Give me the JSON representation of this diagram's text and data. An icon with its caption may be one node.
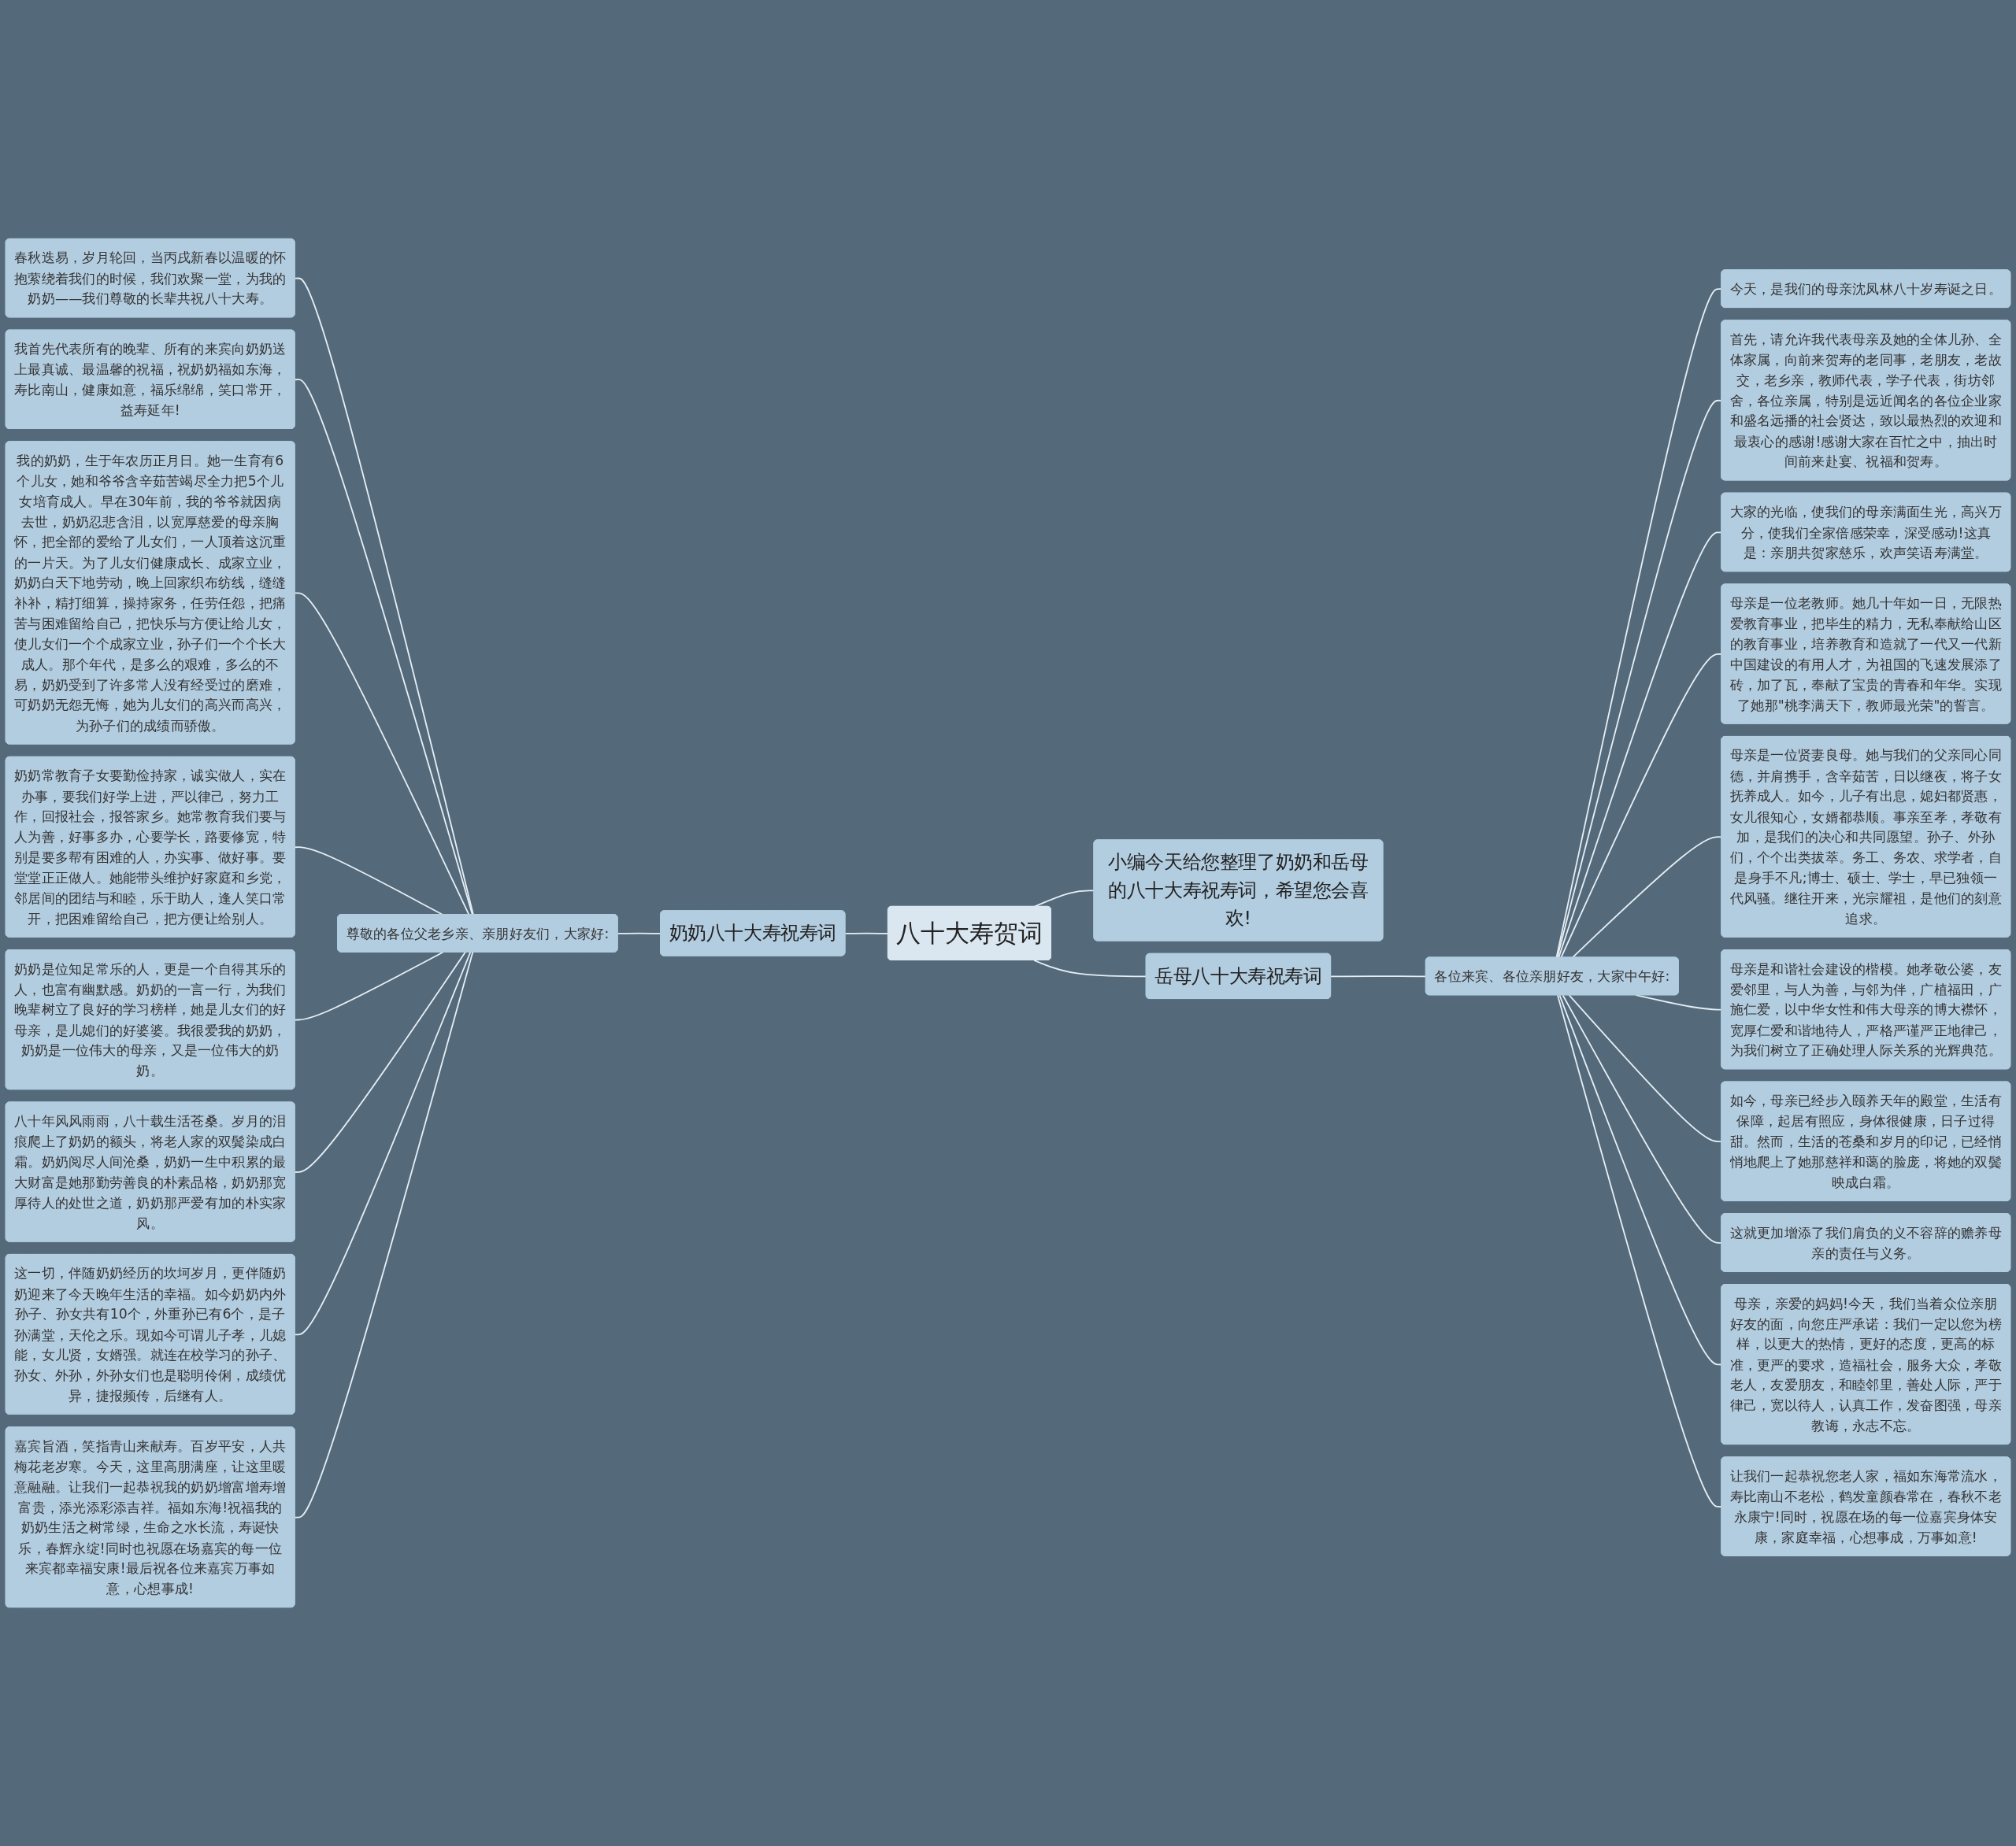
{
  "diagram": {
    "nodes": [
      {
        "text": [
          "八十大寿贺词"
        ]
      },
      {
        "text": [
          "奶奶八十大寿祝寿词"
        ]
      },
      {
        "text": [
          "尊敬的各位父老乡亲、亲朋好友们，大家好:"
        ]
      },
      {
        "text": [
          "春秋迭易，岁月轮回，当丙戌新春以温暖的怀抱萦绕着我们的时候，我们欢聚一堂，为我的奶奶——我们尊敬的长辈共祝八十大寿。"
        ]
      },
      {
        "text": [
          "我首先代表所有的晚辈、所有的来宾向奶奶送上最真诚、最温馨的祝福，祝奶奶福如东海，寿比南山，健康如意，福乐绵绵，笑口常开，益寿延年!"
        ]
      },
      {
        "text": [
          "我的奶奶，生于年农历正月日。她一生育有6个儿女，她和爷爷含辛茹苦竭尽全力把5个儿女培育成人。早在30年前，我的爷爷就因病去世，奶奶忍悲含泪，以宽厚慈爱的母亲胸怀，把全部的爱给了儿女们，一人顶着这沉重的一片天。为了儿女们健康成长、成家立业，奶奶白天下地劳动，晚上回家织布纺线，缝缝补补，精打细算，操持家务，任劳任怨，把痛苦与困难留给自己，把快乐与方便让给儿女，使儿女们一个个成家立业，孙子们一个个长大成人。那个年代，是多么的艰难，多么的不易，奶奶受到了许多常人没有经受过的磨难，可奶奶无怨无悔，她为儿女们的高兴而高兴，为孙子们的成绩而骄傲。"
        ]
      },
      {
        "text": [
          "奶奶常教育子女要勤俭持家，诚实做人，实在办事，要我们好学上进，严以律己，努力工作，回报社会，报答家乡。她常教育我们要与人为善，好事多办，心要学长，路要修宽，特别是要多帮有困难的人，办实事、做好事。要堂堂正正做人。她能带头维护好家庭和乡党，邻居间的团结与和睦，乐于助人，逢人笑口常开，把困难留给自己，把方便让给别人。"
        ]
      },
      {
        "text": [
          "奶奶是位知足常乐的人，更是一个自得其乐的人，也富有幽默感。奶奶的一言一行，为我们晚辈树立了良好的学习榜样，她是儿女们的好母亲，是儿媳们的好婆婆。我很爱我的奶奶，奶奶是一位伟大的母亲，又是一位伟大的奶奶。"
        ]
      },
      {
        "text": [
          "八十年风风雨雨，八十载生活苍桑。岁月的泪痕爬上了奶奶的额头，将老人家的双鬓染成白霜。奶奶阅尽人间沧桑，奶奶一生中积累的最大财富是她那勤劳善良的朴素品格，奶奶那宽厚待人的处世之道，奶奶那严爱有加的朴实家风。"
        ]
      },
      {
        "text": [
          "这一切，伴随奶奶经历的坎坷岁月，更伴随奶奶迎来了今天晚年生活的幸福。如今奶奶内外孙子、孙女共有10个，外重孙已有6个，是子孙满堂，天伦之乐。现如今可谓儿子孝，儿媳能，女儿贤，女婿强。就连在校学习的孙子、孙女、外孙，外孙女们也是聪明伶俐，成绩优异，捷报频传，后继有人。"
        ]
      },
      {
        "text": [
          "嘉宾旨酒，笑指青山来献寿。百岁平安，人共梅花老岁寒。今天，这里高朋满座，让这里暖意融融。让我们一起恭祝我的奶奶增富增寿增富贵，添光添彩添吉祥。福如东海!祝福我的奶奶生活之树常绿，生命之水长流，寿诞快乐，春辉永绽!同时也祝愿在场嘉宾的每一位来宾都幸福安康!最后祝各位来嘉宾万事如意，心想事成!"
        ]
      },
      {
        "text": [
          "小编今天给您整理了奶奶和岳母的八十大寿祝寿词，希望您会喜欢!"
        ]
      },
      {
        "text": [
          "岳母八十大寿祝寿词"
        ]
      },
      {
        "text": [
          "各位来宾、各位亲朋好友，大家中午好:"
        ]
      },
      {
        "text": [
          "今天，是我们的母亲沈凤林八十岁寿诞之日。"
        ]
      },
      {
        "text": [
          "首先，请允许我代表母亲及她的全体儿孙、全体家属，向前来贺寿的老同事，老朋友，老故交，老乡亲，教师代表，学子代表，街坊邻舍，各位亲属，特别是远近闻名的各位企业家和盛名远播的社会贤达，致以最热烈的欢迎和最衷心的感谢!感谢大家在百忙之中，抽出时间前来赴宴、祝福和贺寿。"
        ]
      },
      {
        "text": [
          "大家的光临，使我们的母亲满面生光，高兴万分，使我们全家倍感荣幸，深受感动!这真是：亲朋共贺家慈乐，欢声笑语寿满堂。"
        ]
      },
      {
        "text": [
          "母亲是一位老教师。她几十年如一日，无限热爱教育事业，把毕生的精力，无私奉献给山区的教育事业，培养教育和造就了一代又一代新中国建设的有用人才，为祖国的飞速发展添了砖，加了瓦，奉献了宝贵的青春和年华。实现了她那\"桃李满天下，教师最光荣\"的誓言。"
        ]
      },
      {
        "text": [
          "母亲是一位贤妻良母。她与我们的父亲同心同德，并肩携手，含辛茹苦，日以继夜，将子女抚养成人。如今，儿子有出息，媳妇都贤惠，女儿很知心，女婿都恭顺。事亲至孝，孝敬有加，是我们的决心和共同愿望。孙子、外孙们，个个出类拔萃。务工、务农、求学者，自是身手不凡;博士、硕士、学士，早已独领一代风骚。继往开来，光宗耀祖，是他们的刻意追求。"
        ]
      },
      {
        "text": [
          "母亲是和谐社会建设的楷模。她孝敬公婆，友爱邻里，与人为善，与邻为伴，广植福田，广施仁爱，以中华女性和伟大母亲的博大襟怀，宽厚仁爱和谐地待人，严格严谨严正地律己，为我们树立了正确处理人际关系的光辉典范。"
        ]
      },
      {
        "text": [
          "如今，母亲已经步入颐养天年的殿堂，生活有保障，起居有照应，身体很健康，日子过得甜。然而，生活的苍桑和岁月的印记，已经悄悄地爬上了她那慈祥和蔼的脸庞，将她的双鬓映成白霜。"
        ]
      },
      {
        "text": [
          "这就更加增添了我们肩负的义不容辞的赡养母亲的责任与义务。"
        ]
      },
      {
        "text": [
          "母亲，亲爱的妈妈!今天，我们当着众位亲朋好友的面，向您庄严承诺：我们一定以您为榜样，以更大的热情，更好的态度，更高的标准，更严的要求，造福社会，服务大众，孝敬老人，友爱朋友，和睦邻里，善处人际，严于律己，宽以待人，认真工作，发奋图强，母亲教诲，永志不忘。"
        ]
      },
      {
        "text": [
          "让我们一起恭祝您老人家，福如东海常流水，寿比南山不老松，鹤发童颜春常在，春秋不老永康宁!同时，祝愿在场的每一位嘉宾身体安康，家庭幸福，心想事成，万事如意!"
        ]
      }
    ],
    "edges": [
      {
        "from": 3,
        "to": 2,
        "arrow": "none"
      },
      {
        "from": 4,
        "to": 2,
        "arrow": "none"
      },
      {
        "from": 5,
        "to": 2,
        "arrow": "none"
      },
      {
        "from": 6,
        "to": 2,
        "arrow": "none"
      },
      {
        "from": 7,
        "to": 2,
        "arrow": "none"
      },
      {
        "from": 8,
        "to": 2,
        "arrow": "none"
      },
      {
        "from": 9,
        "to": 2,
        "arrow": "none"
      },
      {
        "from": 10,
        "to": 2,
        "arrow": "none"
      },
      {
        "from": 2,
        "to": 1,
        "arrow": "none"
      },
      {
        "from": 1,
        "to": 0,
        "arrow": "none"
      },
      {
        "from": 0,
        "to": 11,
        "arrow": "none"
      },
      {
        "from": 0,
        "to": 12,
        "arrow": "none"
      },
      {
        "from": 12,
        "to": 13,
        "arrow": "none"
      },
      {
        "from": 13,
        "to": 14,
        "arrow": "none"
      },
      {
        "from": 13,
        "to": 15,
        "arrow": "none"
      },
      {
        "from": 13,
        "to": 16,
        "arrow": "none"
      },
      {
        "from": 13,
        "to": 17,
        "arrow": "none"
      },
      {
        "from": 13,
        "to": 18,
        "arrow": "none"
      },
      {
        "from": 13,
        "to": 19,
        "arrow": "none"
      },
      {
        "from": 13,
        "to": 20,
        "arrow": "none"
      },
      {
        "from": 13,
        "to": 21,
        "arrow": "none"
      },
      {
        "from": 13,
        "to": 22,
        "arrow": "none"
      },
      {
        "from": 13,
        "to": 23,
        "arrow": "none"
      }
    ]
  }
}
